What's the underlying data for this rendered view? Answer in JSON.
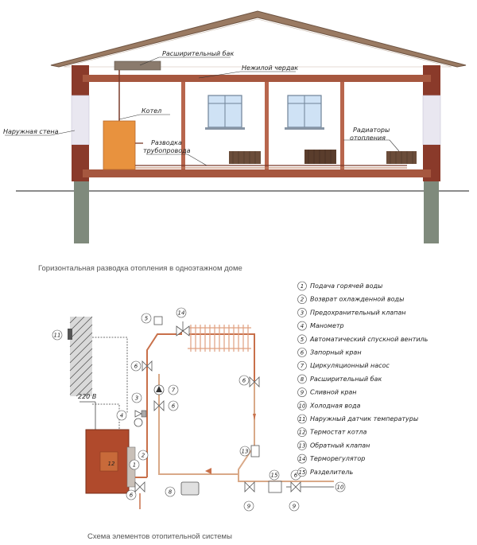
{
  "colors": {
    "roof": "#8f6a50",
    "brick": "#8a3a2a",
    "floor": "#a0523b",
    "boiler": "#e8923e",
    "pipe_hot": "#c8704a",
    "pipe_cold": "#d9a988",
    "ground": "#8a8f86",
    "radiator": "#6b4d3a",
    "wall_fill": "#e8e8f0"
  },
  "top_diagram": {
    "labels": {
      "expansion_tank": "Расширительный бак",
      "attic": "Нежилой чердак",
      "outer_wall": "Наружная стена",
      "boiler": "Котел",
      "piping_line1": "Разводка",
      "piping_line2": "трубопровода",
      "radiators_line1": "Радиаторы",
      "radiators_line2": "отопления"
    },
    "caption": "Горизонтальная разводка отопления в одноэтажном доме"
  },
  "bottom_diagram": {
    "legend": [
      {
        "num": "1",
        "text": "Подача горячей воды"
      },
      {
        "num": "2",
        "text": "Возврат охлажденной воды"
      },
      {
        "num": "3",
        "text": "Предохранительный клапан"
      },
      {
        "num": "4",
        "text": "Манометр"
      },
      {
        "num": "5",
        "text": "Автоматический спускной вентиль"
      },
      {
        "num": "6",
        "text": "Запорный кран"
      },
      {
        "num": "7",
        "text": "Циркуляционный насос"
      },
      {
        "num": "8",
        "text": "Расширительный бак"
      },
      {
        "num": "9",
        "text": "Сливной кран"
      },
      {
        "num": "10",
        "text": "Холодная вода"
      },
      {
        "num": "11",
        "text": "Наружный датчик температуры"
      },
      {
        "num": "12",
        "text": "Термостат котла"
      },
      {
        "num": "13",
        "text": "Обратный клапан"
      },
      {
        "num": "14",
        "text": "Терморегулятор"
      },
      {
        "num": "15",
        "text": "Разделитель"
      }
    ],
    "voltage": "220 В",
    "callouts": {
      "c1": "1",
      "c2": "2",
      "c3": "3",
      "c4": "4",
      "c5": "5",
      "c6a": "6",
      "c6b": "6",
      "c6c": "6",
      "c6d": "6",
      "c6e": "6",
      "c7": "7",
      "c8": "8",
      "c9a": "9",
      "c9b": "9",
      "c10": "10",
      "c11": "11",
      "c12": "12",
      "c13": "13",
      "c14": "14",
      "c15": "15"
    },
    "caption": "Схема элементов отопительной системы"
  }
}
